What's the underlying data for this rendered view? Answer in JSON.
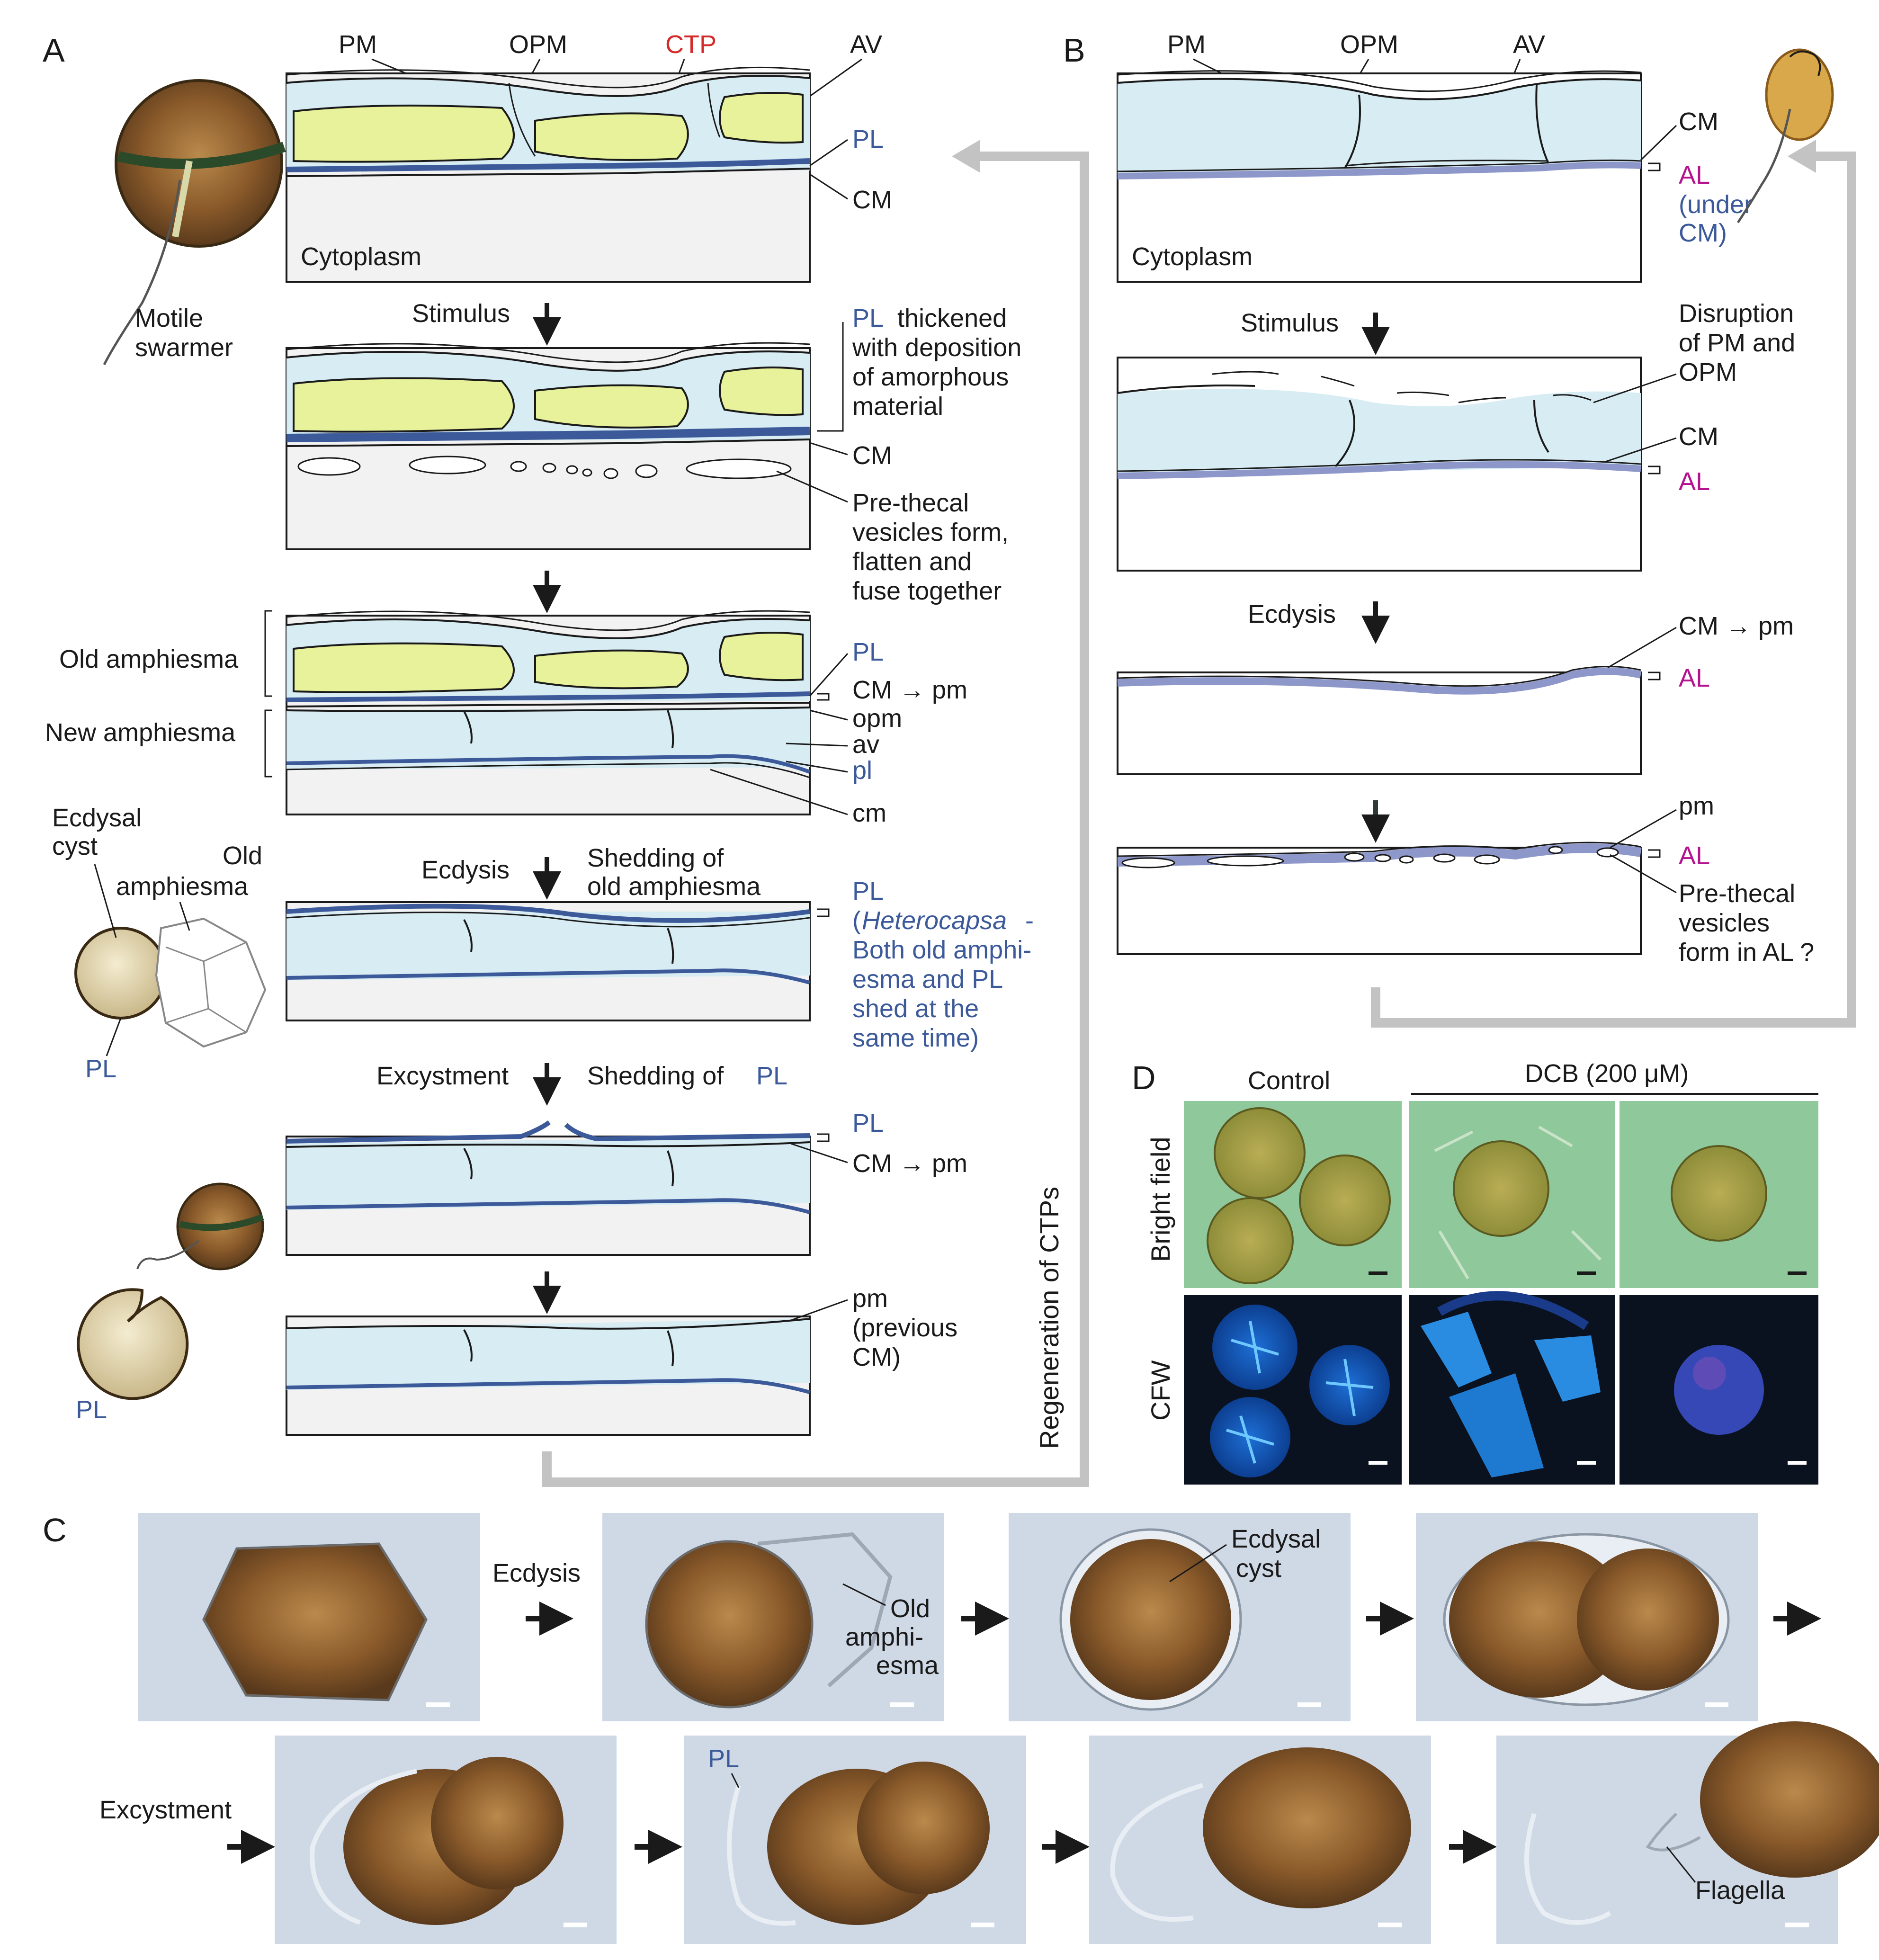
{
  "colors": {
    "pl_blue": "#3c5a9a",
    "al_lavender": "#8d97c9",
    "al_label": "#b4138f",
    "ctp_red": "#d52a2a",
    "vesicle_light_blue": "#d7ecf3",
    "ctp_yellow": "#e7f29a",
    "cytoplasm_gray": "#f2f2f2",
    "return_arrow_gray": "#c3c3c3"
  },
  "panel_a": {
    "letter": "A",
    "labels": {
      "pm": "PM",
      "opm": "OPM",
      "ctp": "CTP",
      "av": "AV",
      "pl": "PL",
      "cm": "CM",
      "cytoplasm": "Cytoplasm",
      "motile_line1": "Motile",
      "motile_line2": "swarmer",
      "stimulus": "Stimulus",
      "pl_thick_pl": "PL",
      "pl_thick_l1": "thickened",
      "pl_thick_l2": "with deposition",
      "pl_thick_l3": "of amorphous",
      "pl_thick_l4": "material",
      "cm2": "CM",
      "prethecal_l1": "Pre-thecal",
      "prethecal_l2": "vesicles form,",
      "prethecal_l3": "flatten and",
      "prethecal_l4": "fuse together",
      "old_amph": "Old amphiesma",
      "new_amph": "New amphiesma",
      "pl3": "PL",
      "cm_pm": "CM → pm",
      "opm_small": "opm",
      "av_small": "av",
      "pl_small": "pl",
      "cm_small": "cm",
      "ecdysal_l1": "Ecdysal",
      "ecdysal_l2": "cyst",
      "oldamph_l1": "Old",
      "oldamph_l2": "amphiesma",
      "pl_left": "PL",
      "ecdysis": "Ecdysis",
      "shedding_l1": "Shedding of",
      "shedding_l2": "old amphiesma",
      "pl4": "PL",
      "hetero_l1_a": "(",
      "hetero_l1_b": "Heterocapsa",
      "hetero_l1_c": " -",
      "hetero_l2": "Both old amphi-",
      "hetero_l3": "esma and PL",
      "hetero_l4": "shed at the",
      "hetero_l5": "same time)",
      "excystment": "Excystment",
      "shedding_pl_a": "Shedding of ",
      "shedding_pl_b": "PL",
      "pl5": "PL",
      "cm_pm2": "CM → pm",
      "pm_prev_l1": "pm",
      "pm_prev_l2": "(previous",
      "pm_prev_l3": "CM)",
      "pl_bottom": "PL",
      "regeneration": "Regeneration of CTPs"
    }
  },
  "panel_b": {
    "letter": "B",
    "labels": {
      "pm": "PM",
      "opm": "OPM",
      "av": "AV",
      "cm": "CM",
      "al": "AL",
      "under_l1": "(under",
      "under_l2": "CM)",
      "cytoplasm": "Cytoplasm",
      "stimulus": "Stimulus",
      "disrupt_l1": "Disruption",
      "disrupt_l2": "of PM and",
      "disrupt_l3": "OPM",
      "cm2": "CM",
      "al2": "AL",
      "ecdysis": "Ecdysis",
      "cm_pm": "CM → pm",
      "al3": "AL",
      "pm_small": "pm",
      "al4": "AL",
      "pre_l1": "Pre-thecal",
      "pre_l2": "vesicles",
      "pre_l3": "form in AL ?"
    }
  },
  "panel_c": {
    "letter": "C",
    "ecdysis": "Ecdysis",
    "old_l1": "Old",
    "old_l2": "amphi-",
    "old_l3": "esma",
    "ecdysal_l1": "Ecdysal",
    "ecdysal_l2": "cyst",
    "excystment": "Excystment",
    "pl": "PL",
    "flagella": "Flagella"
  },
  "panel_d": {
    "letter": "D",
    "control": "Control",
    "dcb": "DCB (200 μM)",
    "bright_field": "Bright field",
    "cfw": "CFW"
  }
}
